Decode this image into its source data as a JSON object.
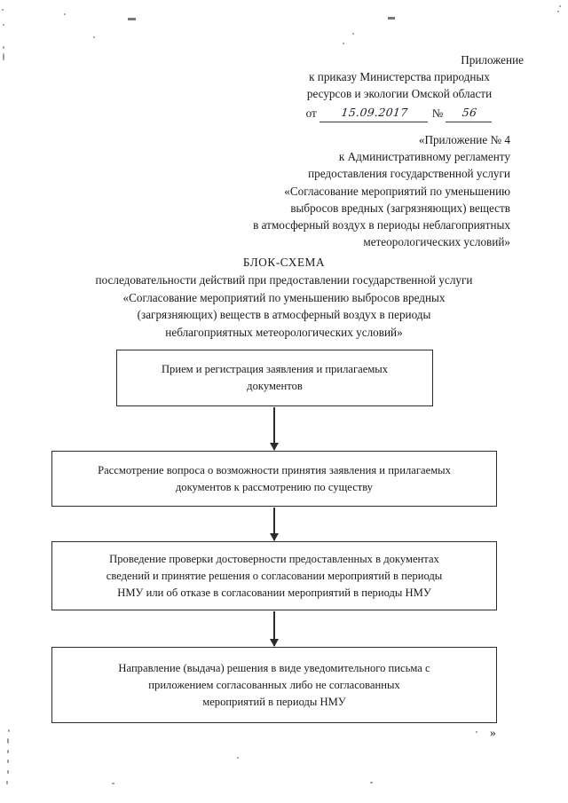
{
  "document": {
    "header_ministry": {
      "lines": [
        "Приложение",
        "к приказу Министерства природных",
        "ресурсов и экологии Омской области"
      ],
      "date_label": "от",
      "date_value": "15.09.2017",
      "number_label": "№",
      "number_value": "56"
    },
    "header_prilozhenie": {
      "lines": [
        "«Приложение № 4",
        "к Административному регламенту",
        "предоставления государственной услуги",
        "«Согласование мероприятий по уменьшению",
        "выбросов вредных (загрязняющих) веществ",
        "в атмосферный воздух в периоды неблагоприятных",
        "метеорологических условий»"
      ]
    },
    "title_block": {
      "heading": "БЛОК-СХЕМА",
      "lines": [
        "последовательности действий при предоставлении государственной услуги",
        "«Согласование мероприятий по уменьшению выбросов вредных",
        "(загрязняющих) веществ в атмосферный воздух в периоды",
        "неблагоприятных метеорологических условий»"
      ]
    },
    "flowchart": {
      "boxes": [
        {
          "id": "box-1",
          "lines": [
            "Прием и регистрация заявления и прилагаемых",
            "документов"
          ]
        },
        {
          "id": "box-2",
          "lines": [
            "Рассмотрение вопроса о возможности принятия заявления и прилагаемых",
            "документов к рассмотрению по существу"
          ]
        },
        {
          "id": "box-3",
          "lines": [
            "Проведение проверки достоверности предоставленных в документах",
            "сведений и принятие решения о согласовании мероприятий в периоды",
            "НМУ или об отказе в согласовании мероприятий в периоды НМУ"
          ]
        },
        {
          "id": "box-4",
          "lines": [
            "Направление (выдача) решения в виде уведомительного письма с",
            "приложением согласованных либо не согласованных",
            "мероприятий в периоды НМУ"
          ]
        }
      ]
    },
    "closing_quote": "»"
  }
}
